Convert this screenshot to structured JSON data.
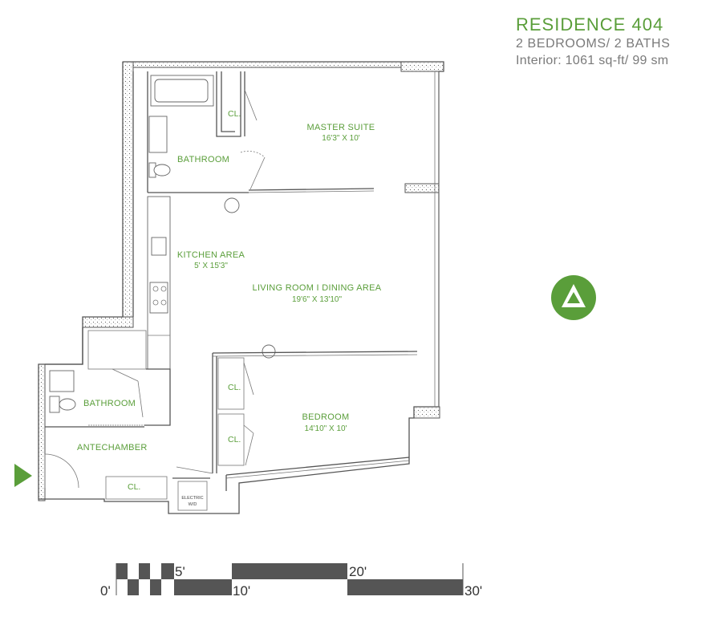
{
  "header": {
    "title": "RESIDENCE 404",
    "subtitle": "2 BEDROOMS/ 2 BATHS",
    "interior": "Interior: 1061 sq-ft/ 99 sm"
  },
  "rooms": {
    "master_suite": {
      "name": "MASTER SUITE",
      "dims": "16'3\" X 10'"
    },
    "bathroom_master": {
      "name": "BATHROOM"
    },
    "closet_master": {
      "name": "CL."
    },
    "kitchen": {
      "name": "KITCHEN AREA",
      "dims": "5' X 15'3\""
    },
    "living": {
      "name": "LIVING ROOM I DINING AREA",
      "dims": "19'6\" X 13'10\""
    },
    "bedroom": {
      "name": "BEDROOM",
      "dims": "14'10\" X 10'"
    },
    "closet_bed_1": {
      "name": "CL."
    },
    "closet_bed_2": {
      "name": "CL."
    },
    "bathroom_2": {
      "name": "BATHROOM"
    },
    "antechamber": {
      "name": "ANTECHAMBER"
    },
    "closet_ante": {
      "name": "CL."
    },
    "laundry": {
      "line1": "ELECTRIC",
      "line2": "W/D"
    }
  },
  "scale_bar": {
    "labels": [
      "0'",
      "5'",
      "10'",
      "20'",
      "30'"
    ]
  },
  "icons": {
    "north": "north-arrow-icon",
    "entry": "entry-arrow-icon"
  },
  "colors": {
    "accent": "#5a9e3a",
    "text": "#7a7a7a",
    "wall": "#555555",
    "scale": "#555555"
  }
}
